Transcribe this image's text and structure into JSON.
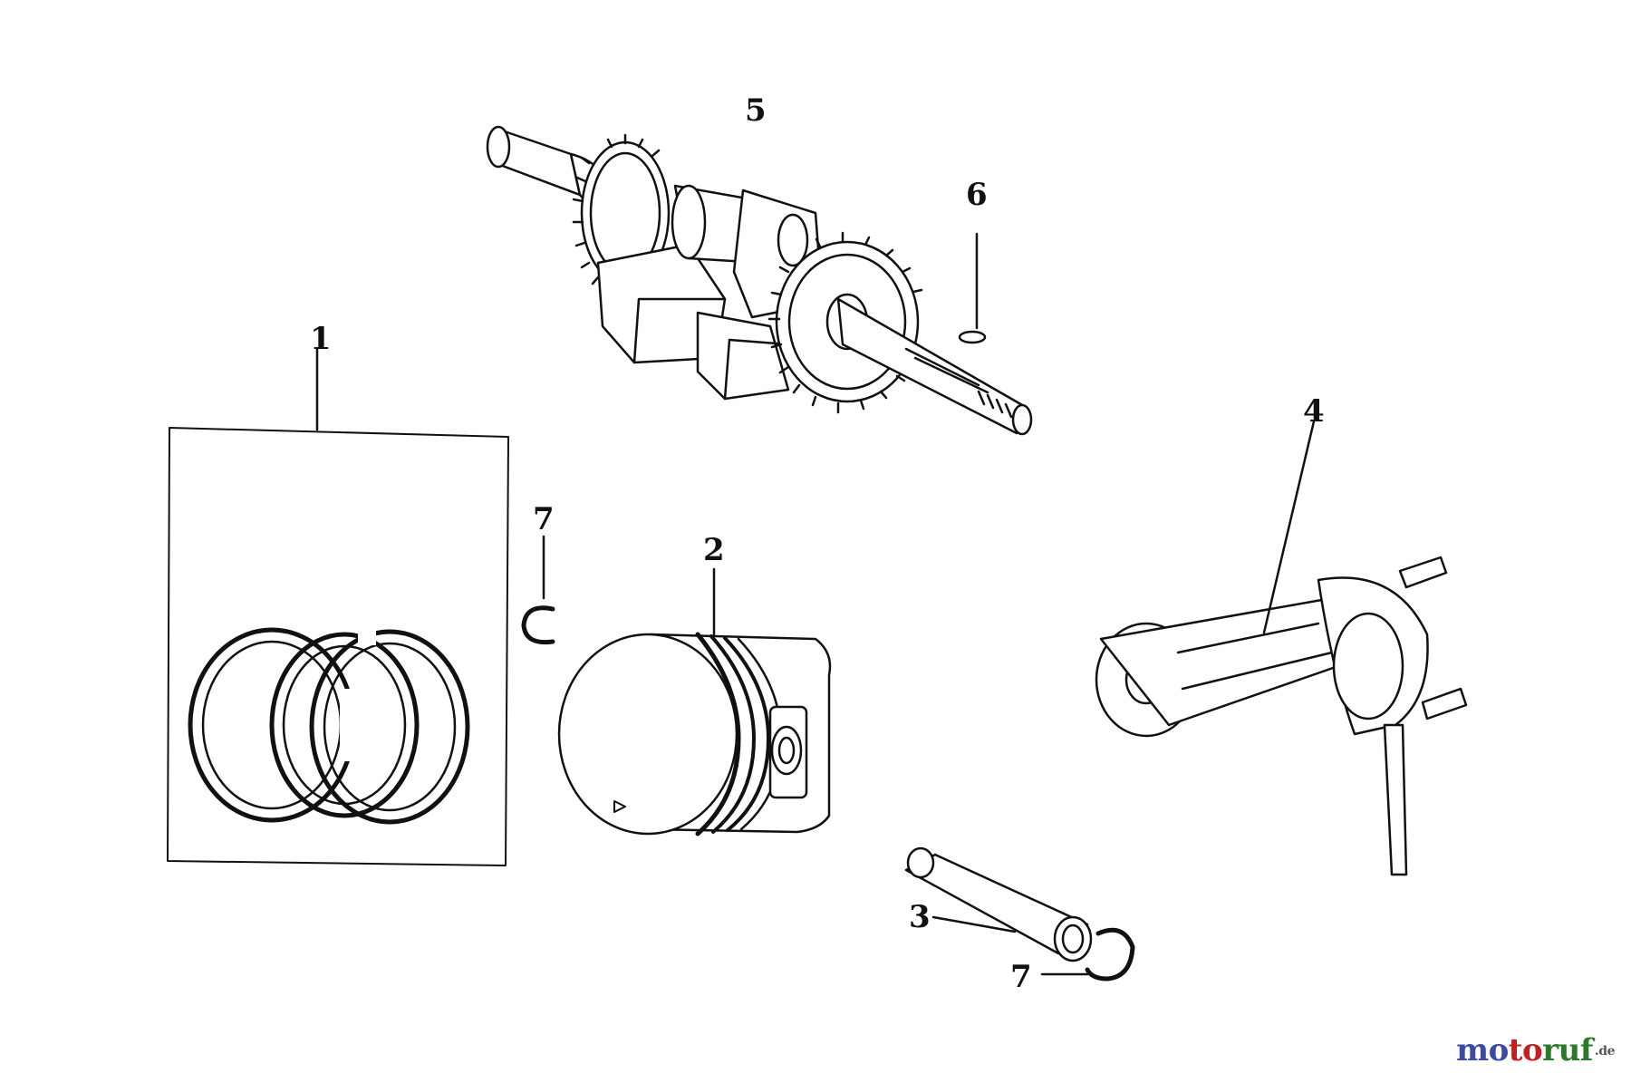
{
  "callouts": {
    "c1": "1",
    "c2": "2",
    "c3": "3",
    "c4": "4",
    "c5": "5",
    "c6": "6",
    "c7a": "7",
    "c7b": "7"
  },
  "watermark": {
    "seg1": "mo",
    "seg2": "to",
    "seg3": "ruf",
    "sup": ".de"
  },
  "colors": {
    "line": "#111111",
    "wm_mo": "#3b4aa3",
    "wm_to": "#c02020",
    "wm_ruf": "#2a7a2a"
  }
}
